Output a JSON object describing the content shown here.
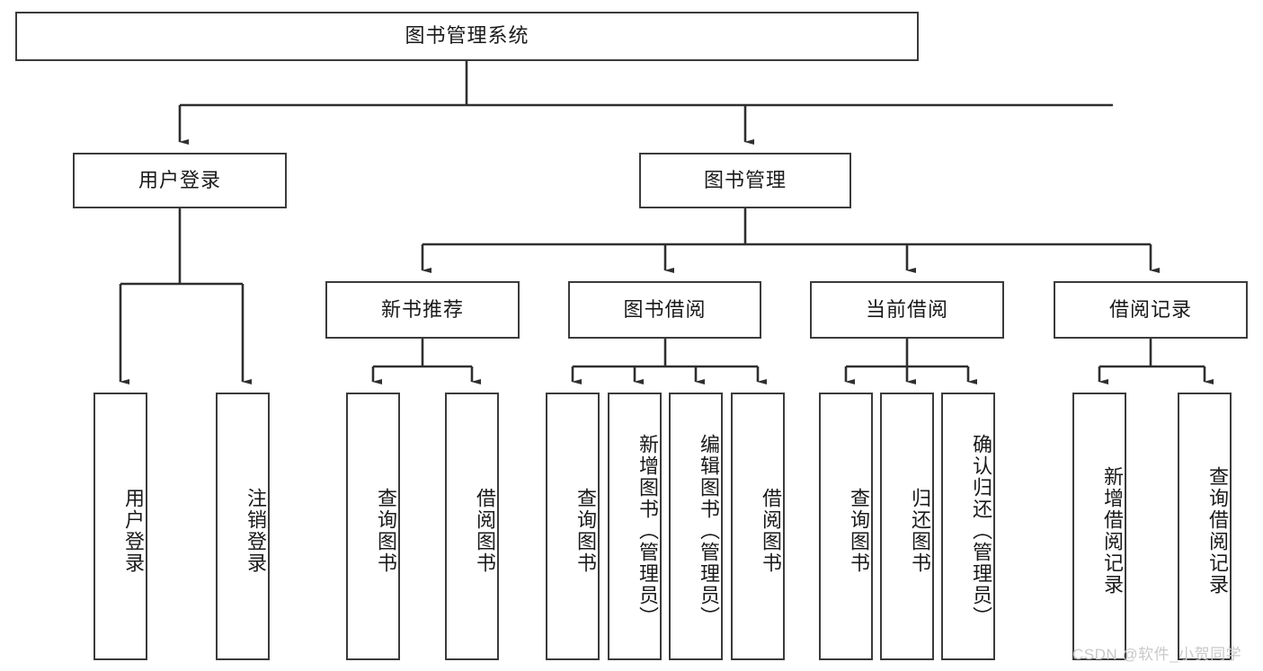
{
  "diagram": {
    "type": "tree-hierarchy",
    "title": "图书管理系统",
    "colors": {
      "background": "#ffffff",
      "box_stroke": "#3b3b3b",
      "box_fill": "#ffffff",
      "text": "#1a1a1a",
      "watermark": "#c9c9c9"
    },
    "root": {
      "label": "图书管理系统"
    },
    "level2": [
      {
        "label": "用户登录"
      },
      {
        "label": "图书管理"
      }
    ],
    "level3": [
      {
        "label": "新书推荐"
      },
      {
        "label": "图书借阅"
      },
      {
        "label": "当前借阅"
      },
      {
        "label": "借阅记录"
      }
    ],
    "leaves": [
      {
        "label": "用户登录"
      },
      {
        "label": "注销登录"
      },
      {
        "label": "查询图书"
      },
      {
        "label": "借阅图书"
      },
      {
        "label": "查询图书"
      },
      {
        "label": "新增图书（管理员）"
      },
      {
        "label": "编辑图书（管理员）"
      },
      {
        "label": "借阅图书"
      },
      {
        "label": "查询图书"
      },
      {
        "label": "归还图书"
      },
      {
        "label": "确认归还（管理员）"
      },
      {
        "label": "新增借阅记录"
      },
      {
        "label": "查询借阅记录"
      }
    ]
  },
  "watermark": {
    "text": "CSDN @软件_小贺同学"
  }
}
